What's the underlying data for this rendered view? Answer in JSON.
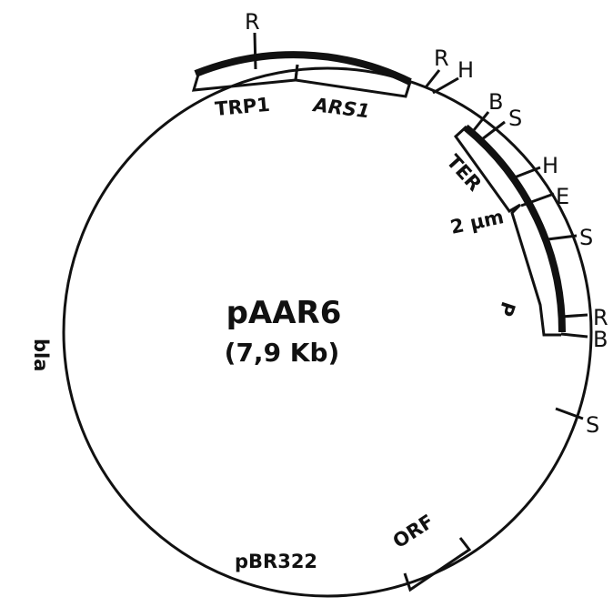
{
  "plasmid": {
    "name": "pAAR6",
    "size": "(7,9 Kb)"
  },
  "segments": {
    "trp1": "TRP1",
    "ars1": "ARS1",
    "ter": "TER",
    "two_micron": "2 µm",
    "promoter": "P",
    "orf": "ORF",
    "bla": "bla",
    "pbr322": "pBR322"
  },
  "sites": {
    "r_top": "R",
    "r_upper_right": "R",
    "h_upper_right": "H",
    "b_upper": "B",
    "s_upper": "S",
    "h_mid": "H",
    "e_mid": "E",
    "s_mid": "S",
    "r_right": "R",
    "b_right": "B",
    "s_lower": "S"
  },
  "colors": {
    "ink": "#111111",
    "background": "#ffffff"
  }
}
